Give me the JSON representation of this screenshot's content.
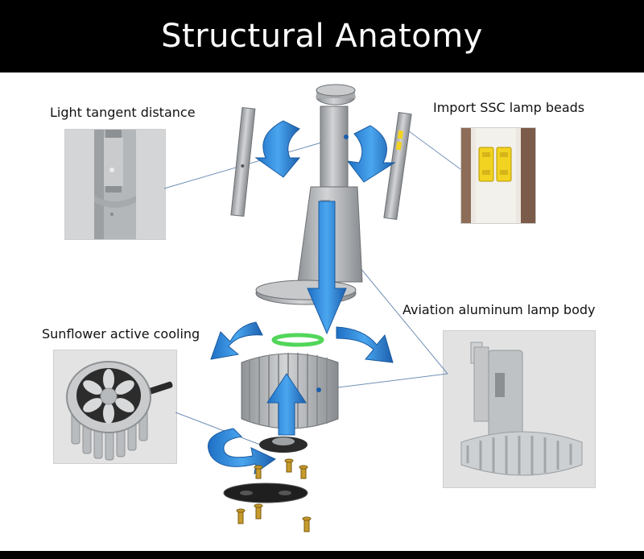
{
  "header": {
    "title": "Structural Anatomy"
  },
  "labels": {
    "light_tangent": "Light tangent distance",
    "import_ssc": "Import SSC lamp beads",
    "aviation_body": "Aviation aluminum lamp body",
    "sunflower_cooling": "Sunflower active cooling"
  },
  "colors": {
    "header_bg": "#000000",
    "arrow_blue": "#2f86d6",
    "metal": "#b9bcc0",
    "chip_yellow": "#f2d321",
    "ring_green": "#52d65a"
  }
}
